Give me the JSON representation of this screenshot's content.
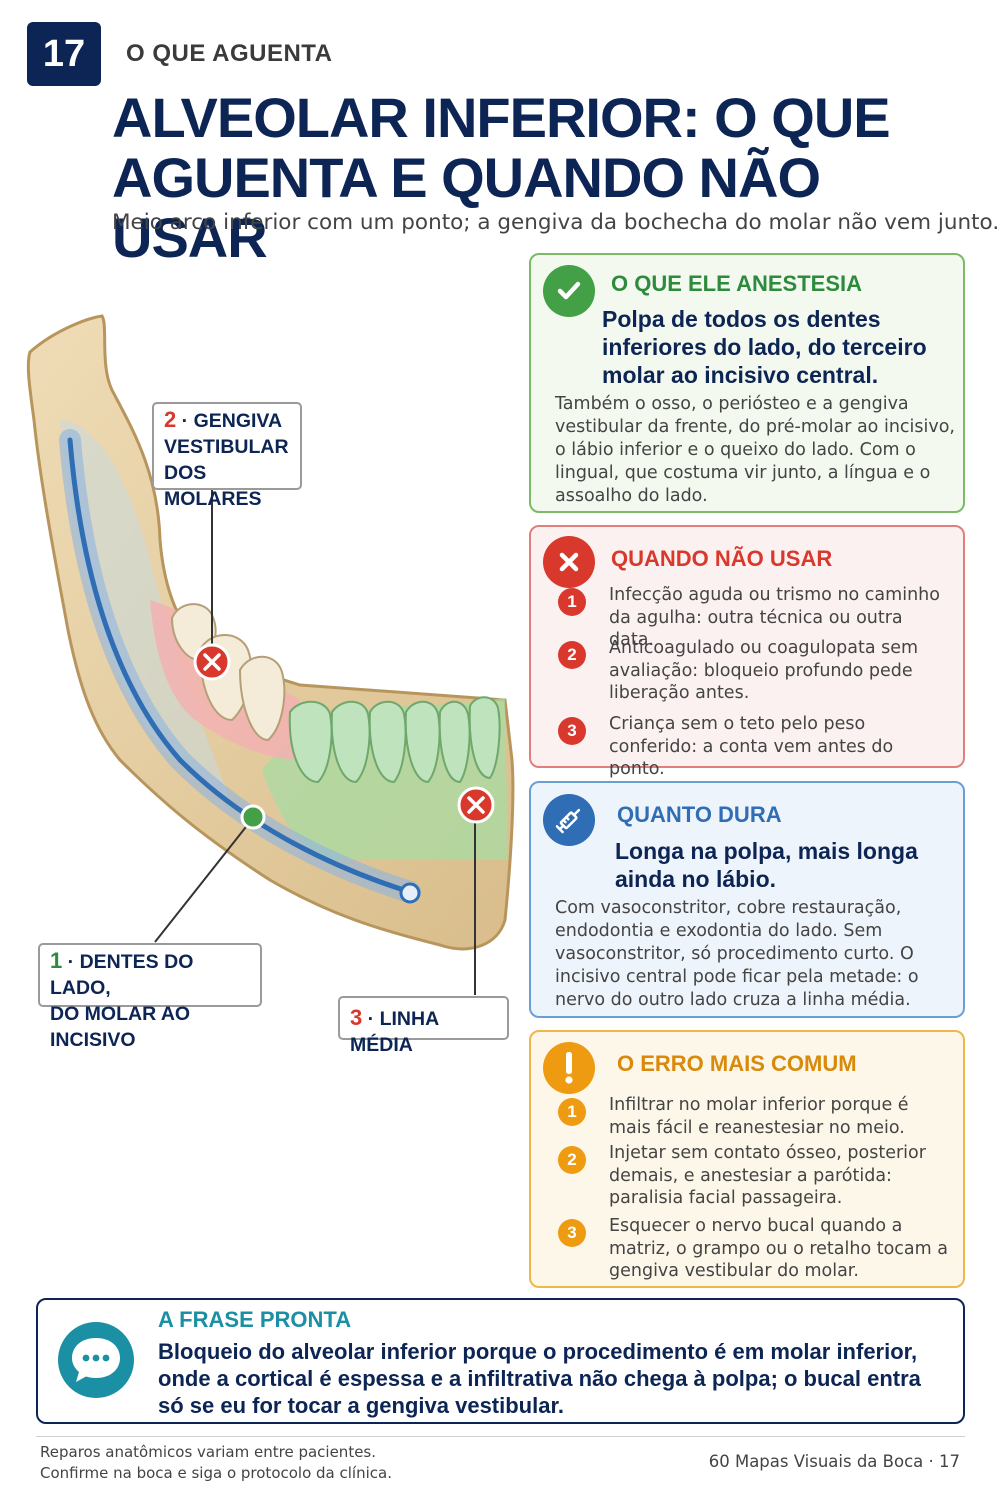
{
  "header": {
    "number": "17",
    "kicker": "O QUE AGUENTA",
    "title": "ALVEOLAR INFERIOR: O QUE AGUENTA E QUANDO NÃO USAR",
    "subtitle": "Meio arco inferior com um ponto; a gengiva da bochecha do molar não vem junto."
  },
  "figure": {
    "callouts": [
      {
        "num": "2",
        "sep": "·",
        "text": "GENGIVA VESTIBULAR DOS MOLARES",
        "line1": "GENGIVA",
        "line2": "VESTIBULAR",
        "line3": "DOS MOLARES",
        "color": "#d9382c"
      },
      {
        "num": "1",
        "sep": "·",
        "text": "DENTES DO LADO, DO MOLAR AO INCISIVO",
        "line1": "DENTES DO LADO,",
        "line2": "DO MOLAR AO INCISIVO",
        "color": "#2e8b3e"
      },
      {
        "num": "3",
        "sep": "·",
        "text": "LINHA MÉDIA",
        "color": "#d9382c"
      }
    ]
  },
  "cards": {
    "anesthetizes": {
      "icon": "check-icon",
      "heading": "O QUE ELE ANESTESIA",
      "lead": "Polpa de todos os dentes inferiores do lado, do terceiro molar ao incisivo central.",
      "body": "Também o osso, o periósteo e a gengiva vestibular da frente, do pré-molar ao incisivo, o lábio inferior e o queixo do lado. Com o lingual, que costuma vir junto, a língua e o assoalho do lado."
    },
    "contraindications": {
      "icon": "x-icon",
      "heading": "QUANDO NÃO USAR",
      "items": [
        {
          "n": "1",
          "text": "Infecção aguda ou trismo no caminho da agulha: outra técnica ou outra data."
        },
        {
          "n": "2",
          "text": "Anticoagulado ou coagulopata sem avaliação: bloqueio profundo pede liberação antes."
        },
        {
          "n": "3",
          "text": "Criança sem o teto pelo peso conferido: a conta vem antes do ponto."
        }
      ]
    },
    "duration": {
      "icon": "syringe-icon",
      "heading": "QUANTO DURA",
      "lead": "Longa na polpa, mais longa ainda no lábio.",
      "body": "Com vasoconstritor, cobre restauração, endodontia e exodontia do lado. Sem vasoconstritor,  só procedimento curto. O incisivo central pode ficar pela metade: o nervo do outro lado cruza a linha média."
    },
    "common_error": {
      "icon": "exclamation-icon",
      "heading": "O ERRO MAIS COMUM",
      "items": [
        {
          "n": "1",
          "text": "Infiltrar no molar inferior porque é mais fácil e reanestesiar no meio."
        },
        {
          "n": "2",
          "text": "Injetar sem contato ósseo, posterior demais, e anestesiar a parótida: paralisia facial passageira."
        },
        {
          "n": "3",
          "text": "Esquecer o nervo bucal quando a matriz, o grampo ou o retalho tocam a gengiva vestibular do molar."
        }
      ]
    }
  },
  "phrase": {
    "icon": "speech-bubble-icon",
    "heading": "A FRASE PRONTA",
    "text": "Bloqueio do alveolar inferior porque o procedimento é em molar inferior, onde a cortical é espessa e a infiltrativa não chega à polpa; o bucal entra só se eu for tocar a gengiva vestibular."
  },
  "footer": {
    "note_line1": "Reparos anatômicos variam entre pacientes.",
    "note_line2": "Confirme na boca e siga o protocolo da clínica.",
    "right": "60 Mapas Visuais da Boca · 17"
  },
  "colors": {
    "navy": "#0d2554",
    "green": "#43a047",
    "red": "#d9382c",
    "blue": "#2f6db5",
    "amber": "#ef9b12",
    "teal": "#1b8fa3"
  }
}
